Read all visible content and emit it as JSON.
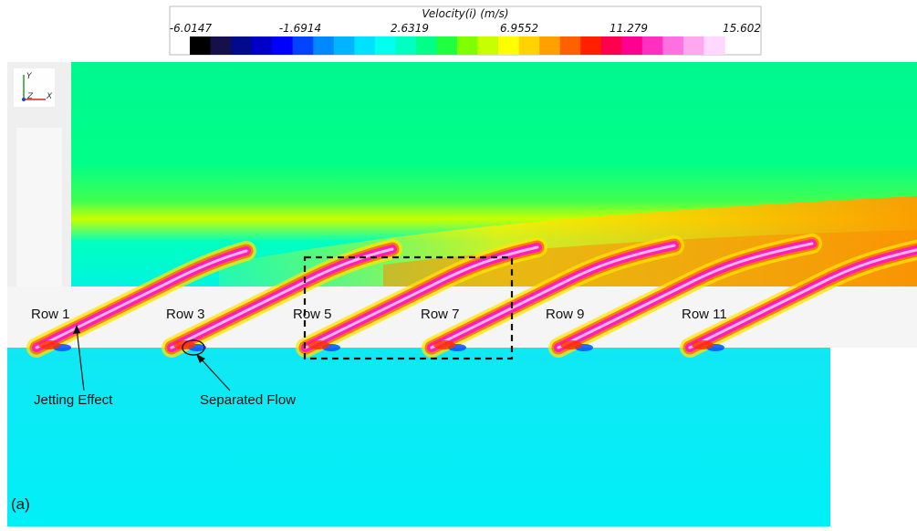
{
  "colorbar": {
    "title": "Velocity(i) (m/s)",
    "ticks": [
      "-6.0147",
      "-1.6914",
      "2.6319",
      "6.9552",
      "11.279",
      "15.602"
    ],
    "colors": [
      "#000000",
      "#15104a",
      "#000a8a",
      "#0000c8",
      "#0000ff",
      "#0044ff",
      "#0088ff",
      "#00b4ff",
      "#00e0ff",
      "#00ffee",
      "#00ffc0",
      "#00ff88",
      "#20ff40",
      "#80ff00",
      "#c8ff00",
      "#ffff00",
      "#ffd200",
      "#ffa000",
      "#ff6000",
      "#ff2000",
      "#ff0050",
      "#ff0090",
      "#ff30c0",
      "#ff70e0",
      "#ffa8f0",
      "#ffd8ff"
    ]
  },
  "axes_triad": {
    "y": "Y",
    "z": "Z",
    "x": "X"
  },
  "labels": {
    "rows": [
      "Row 1",
      "Row 3",
      "Row 5",
      "Row 7",
      "Row 9",
      "Row 11"
    ],
    "jetting": "Jetting Effect",
    "separated": "Separated Flow",
    "panel": "(a)"
  },
  "colors": {
    "freestream": "#00ff8c",
    "bulk": "#00ffe8",
    "jet_core": "#ff20b0",
    "plenum": "#f4f4f4"
  }
}
